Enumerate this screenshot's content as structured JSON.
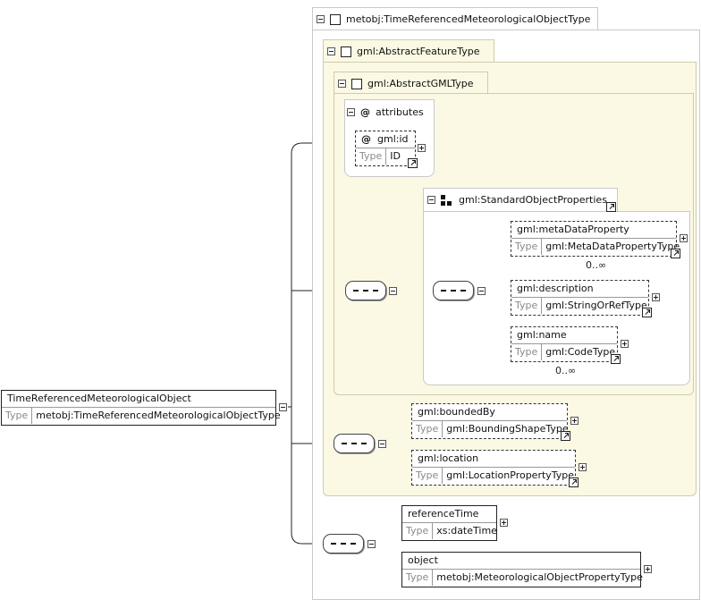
{
  "types": {
    "outer": "metobj:TimeReferencedMeteorologicalObjectType",
    "feature": "gml:AbstractFeatureType",
    "gml": "gml:AbstractGMLType"
  },
  "attributes": {
    "header": "attributes",
    "at_symbol": "@",
    "id": {
      "name": "gml:id",
      "type_label": "Type",
      "type": "ID"
    }
  },
  "group": {
    "name": "gml:StandardObjectProperties"
  },
  "elements": {
    "root": {
      "name": "TimeReferencedMeteorologicalObject",
      "type_label": "Type",
      "type": "metobj:TimeReferencedMeteorologicalObjectType"
    },
    "metaDataProperty": {
      "name": "gml:metaDataProperty",
      "type_label": "Type",
      "type": "gml:MetaDataPropertyType",
      "occurs": "0..∞"
    },
    "description": {
      "name": "gml:description",
      "type_label": "Type",
      "type": "gml:StringOrRefType"
    },
    "name": {
      "name": "gml:name",
      "type_label": "Type",
      "type": "gml:CodeType",
      "occurs": "0..∞"
    },
    "boundedBy": {
      "name": "gml:boundedBy",
      "type_label": "Type",
      "type": "gml:BoundingShapeType"
    },
    "location": {
      "name": "gml:location",
      "type_label": "Type",
      "type": "gml:LocationPropertyType"
    },
    "referenceTime": {
      "name": "referenceTime",
      "type_label": "Type",
      "type": "xs:dateTime"
    },
    "object": {
      "name": "object",
      "type_label": "Type",
      "type": "metobj:MeteorologicalObjectPropertyType"
    }
  },
  "icons": [
    "collapse-toggle-icon",
    "expand-toggle-icon",
    "complex-type-icon",
    "type-link-icon",
    "sequence-compositor-icon",
    "group-icon"
  ]
}
